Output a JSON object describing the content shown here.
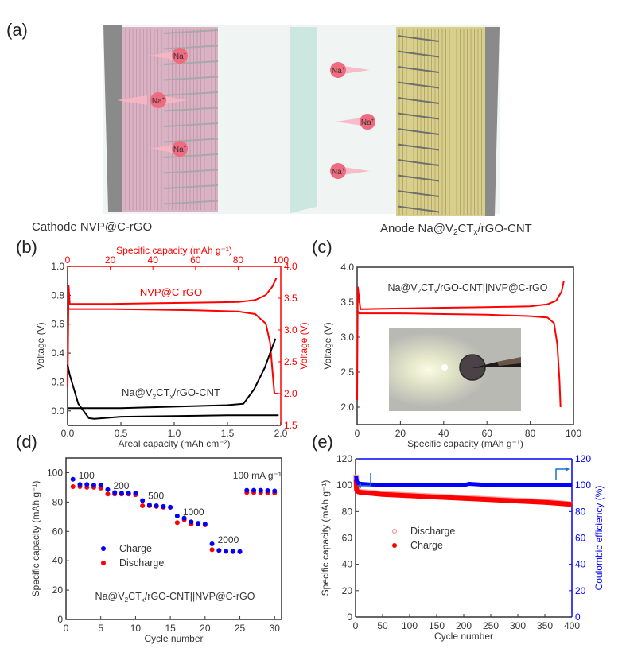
{
  "panel_labels": {
    "a": "(a)",
    "b": "(b)",
    "c": "(c)",
    "d": "(d)",
    "e": "(e)"
  },
  "schematic": {
    "cathode_label": "Cathode NVP@C-rGO",
    "anode_label_parts": [
      "Anode Na@V",
      "2",
      "CT",
      "x",
      "/rGO-CNT"
    ],
    "ion_label": "Na",
    "ion_charge": "+",
    "ion_count_left": 3,
    "ion_count_right": 3,
    "colors": {
      "cathode": "#d9b3c3",
      "anode": "#d9cf8c",
      "current_collector": "#8c8c8c",
      "separator": "#cfe8e2",
      "ion": "#f06a80"
    }
  },
  "chart_data": [
    {
      "id": "b",
      "type": "line",
      "title": "",
      "top_axis": {
        "label": "Specific capacity (mAh g⁻¹)",
        "range": [
          0,
          100
        ],
        "ticks": [
          "0",
          "20",
          "40",
          "60",
          "80",
          "100"
        ],
        "color": "#ff0000"
      },
      "bottom_axis": {
        "label": "Areal capacity (mAh cm⁻²)",
        "range": [
          0,
          2.0
        ],
        "ticks": [
          "0.0",
          "0.5",
          "1.0",
          "1.5",
          "2.0"
        ]
      },
      "left_axis": {
        "label": "Voltage (V)",
        "range": [
          -0.1,
          1.0
        ],
        "ticks": [
          "0.0",
          "0.2",
          "0.4",
          "0.6",
          "0.8",
          "1.0"
        ]
      },
      "right_axis": {
        "label": "Voltage (V)",
        "range": [
          1.5,
          4.0
        ],
        "ticks": [
          "1.5",
          "2.0",
          "2.5",
          "3.0",
          "3.5",
          "4.0"
        ],
        "color": "#ff0000"
      },
      "annotations": {
        "cathode": "NVP@C-rGO",
        "anode_parts": [
          "Na@V",
          "2",
          "CT",
          "x",
          "/rGO-CNT"
        ]
      },
      "series": [
        {
          "name": "NVP@C-rGO charge",
          "axis": "top-right",
          "color": "#ff0000",
          "x": [
            0,
            0.5,
            1,
            20,
            40,
            60,
            80,
            88,
            93,
            96,
            98
          ],
          "y": [
            2.1,
            3.7,
            3.41,
            3.41,
            3.42,
            3.43,
            3.44,
            3.47,
            3.55,
            3.68,
            3.82
          ]
        },
        {
          "name": "NVP@C-rGO discharge",
          "axis": "top-right",
          "color": "#ff0000",
          "x": [
            0,
            1,
            20,
            40,
            60,
            80,
            88,
            93,
            95,
            96.5,
            97,
            98.5
          ],
          "y": [
            3.34,
            3.33,
            3.33,
            3.32,
            3.31,
            3.29,
            3.25,
            3.1,
            2.8,
            2.2,
            2.0,
            2.0
          ]
        },
        {
          "name": "Na@V2CTx/rGO-CNT plating",
          "axis": "bottom-left",
          "color": "#000000",
          "x": [
            0,
            0.02,
            0.1,
            0.2,
            0.25,
            0.5,
            1.0,
            1.5,
            1.98
          ],
          "y": [
            0.32,
            0.25,
            0.05,
            -0.05,
            -0.055,
            -0.04,
            -0.035,
            -0.03,
            -0.03
          ]
        },
        {
          "name": "Na@V2CTx/rGO-CNT stripping",
          "axis": "bottom-left",
          "color": "#000000",
          "x": [
            0,
            0.5,
            1.0,
            1.5,
            1.65,
            1.75,
            1.85,
            1.95
          ],
          "y": [
            0.02,
            0.02,
            0.03,
            0.04,
            0.05,
            0.15,
            0.3,
            0.5
          ]
        }
      ]
    },
    {
      "id": "c",
      "type": "line",
      "title": "",
      "xlabel": "Specific capacity (mAh g⁻¹)",
      "ylabel": "Voltage (V)",
      "xlim": [
        0,
        100
      ],
      "ylim": [
        1.75,
        4.0
      ],
      "xticks": [
        "0",
        "20",
        "40",
        "60",
        "80",
        "100"
      ],
      "yticks": [
        "2.0",
        "2.5",
        "3.0",
        "3.5",
        "4.0"
      ],
      "annotation_parts": [
        "Na@V",
        "2",
        "CT",
        "x",
        "/rGO-CNT||NVP@C-rGO"
      ],
      "inset": "photo of coin cell lighting an LED",
      "series": [
        {
          "name": "charge",
          "color": "#ff0000",
          "x": [
            0,
            0.3,
            1.5,
            20,
            40,
            60,
            80,
            88,
            92,
            94.5,
            95.5
          ],
          "y": [
            2.1,
            3.72,
            3.4,
            3.41,
            3.42,
            3.43,
            3.44,
            3.47,
            3.52,
            3.65,
            3.8
          ]
        },
        {
          "name": "discharge",
          "color": "#ff0000",
          "x": [
            0,
            1,
            20,
            40,
            60,
            80,
            88,
            91,
            92.5,
            93.5,
            94
          ],
          "y": [
            3.38,
            3.34,
            3.34,
            3.33,
            3.32,
            3.3,
            3.28,
            3.2,
            2.9,
            2.4,
            2.0
          ]
        }
      ]
    },
    {
      "id": "d",
      "type": "scatter",
      "title": "",
      "xlabel": "Cycle number",
      "ylabel": "Specific capacity (mAh g⁻¹)",
      "xlim": [
        0,
        31
      ],
      "ylim": [
        0,
        110
      ],
      "xticks": [
        "0",
        "5",
        "10",
        "15",
        "20",
        "25",
        "30"
      ],
      "yticks": [
        "0",
        "20",
        "40",
        "60",
        "80",
        "100"
      ],
      "legend": {
        "position": "center-left",
        "entries": [
          "Charge",
          "Discharge"
        ]
      },
      "rate_labels": [
        {
          "text": "100",
          "x": 1.8,
          "y": 96
        },
        {
          "text": "200",
          "x": 6.8,
          "y": 89
        },
        {
          "text": "500",
          "x": 11.8,
          "y": 82
        },
        {
          "text": "1000",
          "x": 16.8,
          "y": 71
        },
        {
          "text": "2000",
          "x": 21.8,
          "y": 52
        },
        {
          "text": "100 mA g⁻¹",
          "x": 24,
          "y": 96
        }
      ],
      "annotation_parts": [
        "Na@V",
        "2",
        "CT",
        "x",
        "/rGO-CNT||NVP@C-rGO"
      ],
      "x": [
        1,
        2,
        3,
        4,
        5,
        6,
        7,
        8,
        9,
        10,
        11,
        12,
        13,
        14,
        15,
        16,
        17,
        18,
        19,
        20,
        21,
        22,
        23,
        24,
        25,
        26,
        27,
        28,
        29,
        30
      ],
      "series": [
        {
          "name": "Charge",
          "color": "#0000ff",
          "values": [
            95.5,
            92,
            92,
            91.5,
            91.5,
            88.5,
            86.5,
            86,
            86,
            86,
            81,
            78,
            77.5,
            77,
            76.5,
            70.5,
            69,
            66.5,
            65.5,
            65,
            51.5,
            47,
            46.5,
            46.3,
            46.2,
            88,
            88,
            88,
            87.8,
            87.5
          ]
        },
        {
          "name": "Discharge",
          "color": "#ff0000",
          "values": [
            90.5,
            90.5,
            90,
            90,
            89.5,
            85.5,
            85.5,
            85.5,
            85.5,
            85,
            77.5,
            77.5,
            77,
            76.5,
            76.5,
            66,
            68,
            65,
            65,
            64.5,
            47.5,
            47,
            46.3,
            46.2,
            46.1,
            86.5,
            86.5,
            86.5,
            86.3,
            86.2
          ]
        }
      ]
    },
    {
      "id": "e",
      "type": "scatter",
      "title": "",
      "xlabel": "Cycle number",
      "ylabel": "Specific capacity (mAh g⁻¹)",
      "ylabel_right": "Coulombic efficiency (%)",
      "xlim": [
        0,
        400
      ],
      "ylim": [
        0,
        120
      ],
      "ylim_right": [
        0,
        120
      ],
      "xticks": [
        "0",
        "50",
        "100",
        "150",
        "200",
        "250",
        "300",
        "350",
        "400"
      ],
      "yticks": [
        "0",
        "20",
        "40",
        "60",
        "80",
        "100",
        "120"
      ],
      "yticks_right": [
        "0",
        "20",
        "40",
        "60",
        "80",
        "100",
        "120"
      ],
      "legend": {
        "position": "center-left",
        "entries": [
          "Discharge",
          "Charge"
        ]
      },
      "series": [
        {
          "name": "Discharge",
          "color": "#ff9999",
          "axis": "left",
          "x": [
            1,
            2,
            5,
            10,
            25,
            50,
            100,
            150,
            200,
            250,
            300,
            350,
            400
          ],
          "y": [
            108,
            97,
            95.5,
            95,
            94.5,
            93.5,
            92.5,
            91.5,
            90.5,
            89.5,
            88.5,
            87.5,
            85.5
          ]
        },
        {
          "name": "Charge",
          "color": "#ff0000",
          "axis": "left",
          "x": [
            1,
            2,
            5,
            10,
            25,
            50,
            100,
            150,
            200,
            250,
            300,
            350,
            400
          ],
          "y": [
            104,
            96,
            95,
            94.5,
            94,
            93,
            92,
            91,
            90,
            89,
            88,
            87,
            85.5
          ]
        },
        {
          "name": "Coulombic efficiency",
          "color": "#0000ff",
          "axis": "right",
          "x": [
            1,
            2,
            5,
            10,
            25,
            50,
            100,
            150,
            200,
            210,
            250,
            300,
            350,
            400
          ],
          "y": [
            107,
            103,
            101.5,
            101,
            100.5,
            100.2,
            100,
            100,
            100,
            101,
            100,
            100,
            100,
            100
          ]
        }
      ]
    }
  ]
}
